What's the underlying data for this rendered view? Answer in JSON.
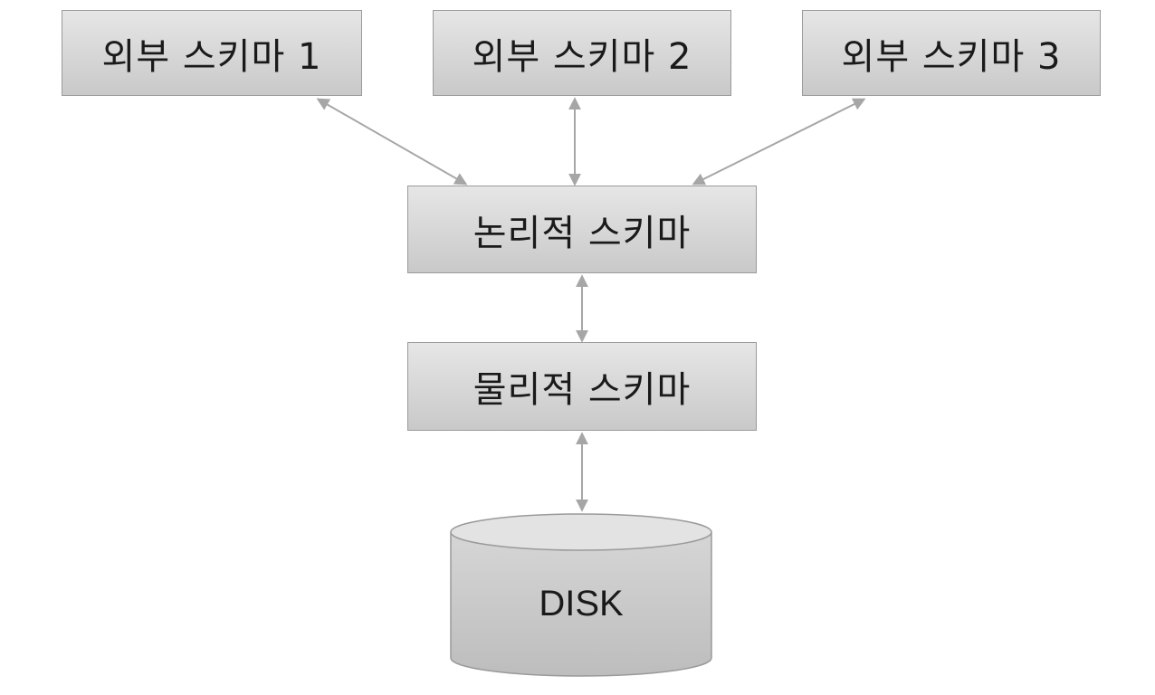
{
  "schemas": {
    "external_1": "외부 스키마 1",
    "external_2": "외부 스키마 2",
    "external_3": "외부 스키마 3",
    "logical": "논리적 스키마",
    "physical": "물리적 스키마"
  },
  "storage": {
    "disk_label": "DISK"
  },
  "colors": {
    "box_fill_top": "#e6e6e6",
    "box_fill_bottom": "#c9c9c9",
    "border": "#9a9a9a",
    "arrow": "#a6a6a6"
  }
}
